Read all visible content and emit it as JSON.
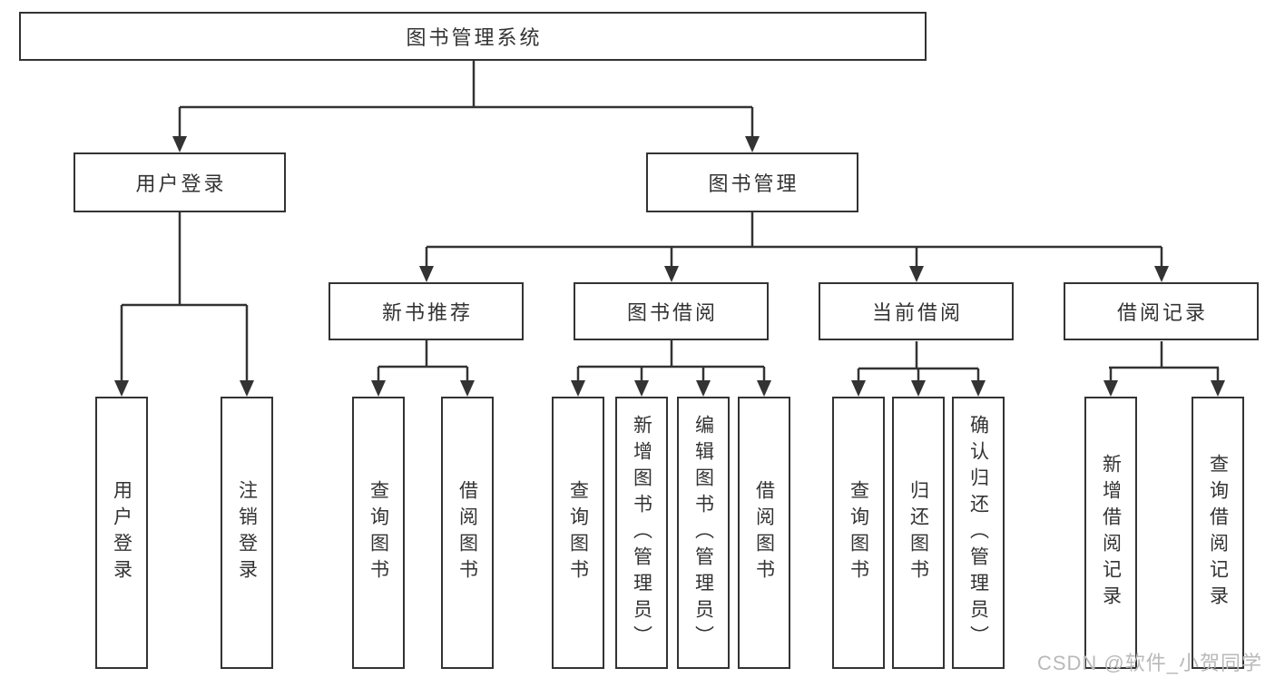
{
  "diagram": {
    "type": "hierarchy-tree",
    "title": "图书管理系统"
  },
  "nodes": {
    "root": {
      "label": "图书管理系统"
    },
    "level2": [
      {
        "label": "用户登录"
      },
      {
        "label": "图书管理"
      }
    ],
    "level3": [
      {
        "label": "新书推荐"
      },
      {
        "label": "图书借阅"
      },
      {
        "label": "当前借阅"
      },
      {
        "label": "借阅记录"
      }
    ],
    "leaves": [
      {
        "label": "用户登录",
        "parent": "用户登录"
      },
      {
        "label": "注销登录",
        "parent": "用户登录"
      },
      {
        "label": "查询图书",
        "parent": "新书推荐"
      },
      {
        "label": "借阅图书",
        "parent": "新书推荐"
      },
      {
        "label": "查询图书",
        "parent": "图书借阅"
      },
      {
        "label": "新增图书（管理员）",
        "parent": "图书借阅"
      },
      {
        "label": "编辑图书（管理员）",
        "parent": "图书借阅"
      },
      {
        "label": "借阅图书",
        "parent": "图书借阅"
      },
      {
        "label": "查询图书",
        "parent": "当前借阅"
      },
      {
        "label": "归还图书",
        "parent": "当前借阅"
      },
      {
        "label": "确认归还（管理员）",
        "parent": "当前借阅"
      },
      {
        "label": "新增借阅记录",
        "parent": "借阅记录"
      },
      {
        "label": "查询借阅记录",
        "parent": "借阅记录"
      }
    ]
  },
  "watermark": {
    "text": "CSDN @软件_小贺同学",
    "color": "#b9b9b9"
  },
  "colors": {
    "line": "#333333",
    "box_border": "#333333",
    "text": "#333333",
    "background": "#ffffff"
  }
}
